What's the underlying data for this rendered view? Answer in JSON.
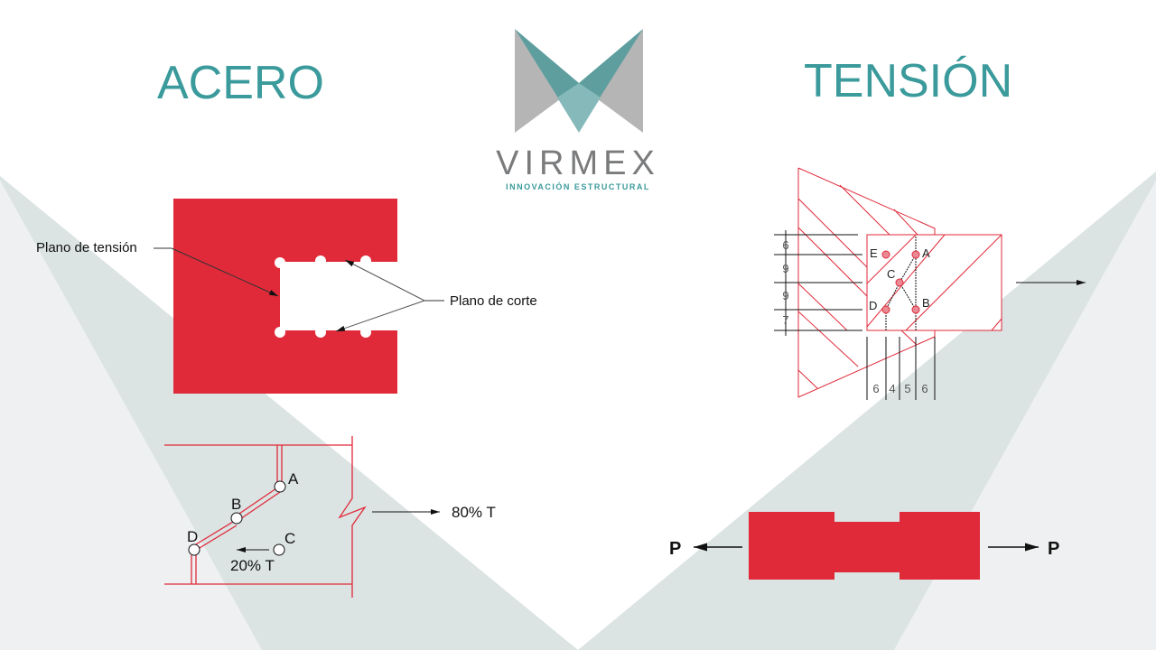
{
  "slide": {
    "left_title": "ACERO",
    "right_title": "TENSIÓN"
  },
  "logo": {
    "name": "VIRMEX",
    "tagline": "INNOVACIÓN ESTRUCTURAL"
  },
  "block_shear_figure": {
    "label_tension_plane": "Plano de tensión",
    "label_shear_plane": "Plano de corte"
  },
  "bolt_path_figure": {
    "points": [
      "A",
      "B",
      "C",
      "D"
    ],
    "force_main": "80% T",
    "force_secondary": "20% T"
  },
  "gusset_figure": {
    "bolts": [
      "E",
      "A",
      "C",
      "D",
      "B"
    ],
    "vertical_dims": [
      "6",
      "9",
      "9",
      "7"
    ],
    "horizontal_dims": [
      "6",
      "4",
      "5",
      "6"
    ]
  },
  "plate_figure": {
    "left_force": "P",
    "right_force": "P"
  },
  "colors": {
    "accent_teal": "#3b9a9b",
    "steel_red": "#e02a3a",
    "background_band": "#dbe3e3",
    "background_light": "#eef0f1"
  }
}
